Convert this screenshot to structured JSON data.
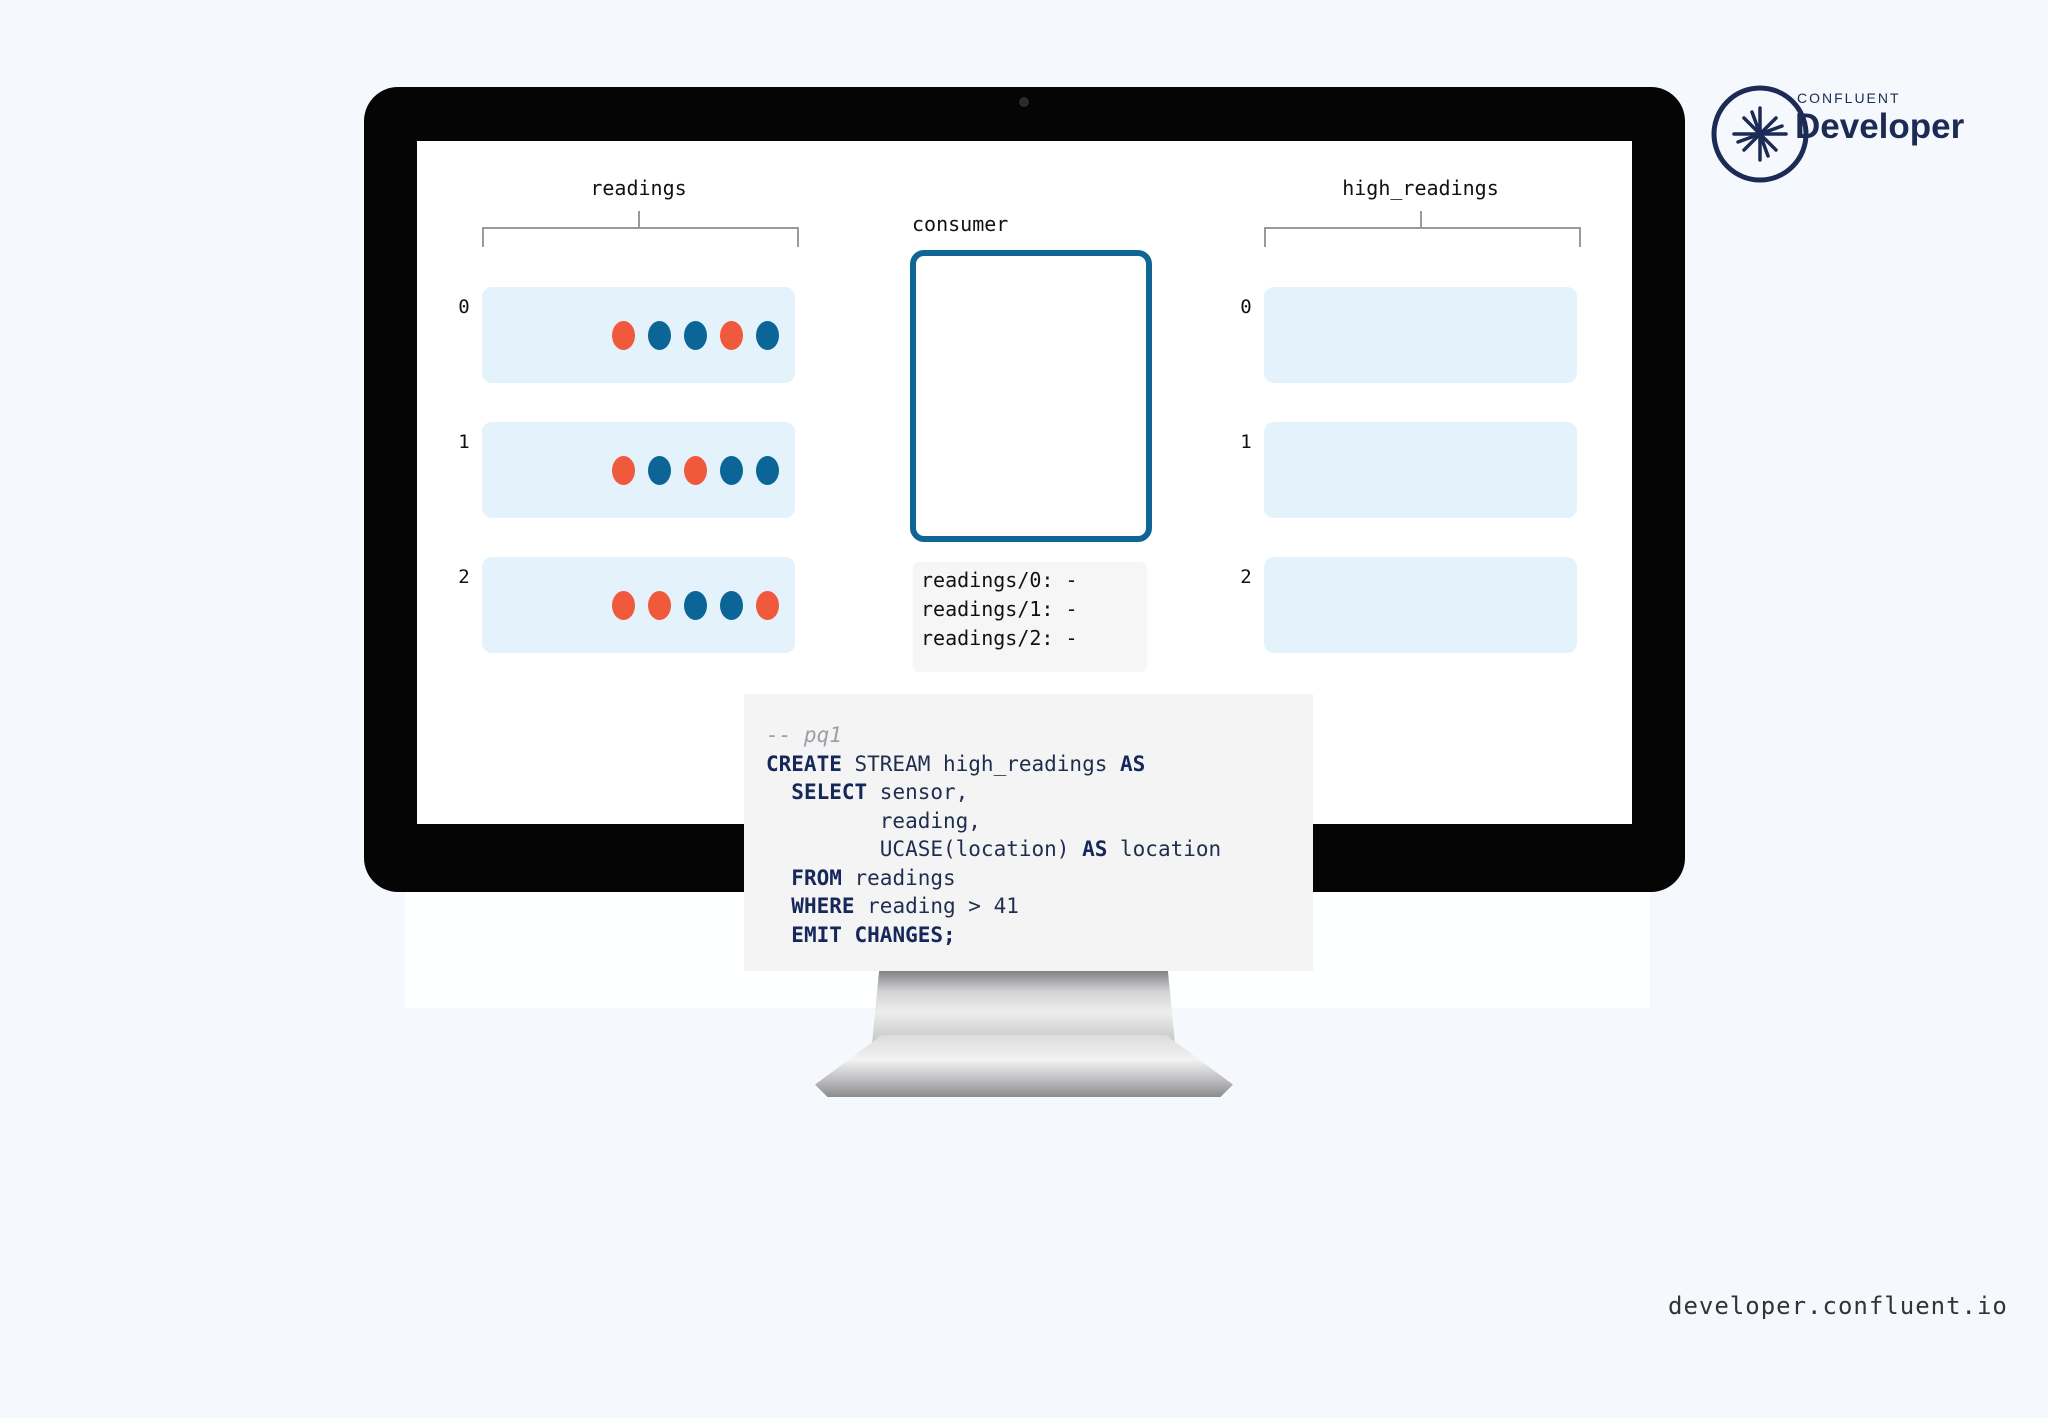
{
  "brand": {
    "small": "CONFLUENT",
    "big": "Developer",
    "url": "developer.confluent.io"
  },
  "diagram": {
    "left_topic": "readings",
    "right_topic": "high_readings",
    "consumer_label": "consumer",
    "partitions": [
      "0",
      "1",
      "2"
    ],
    "left_events": [
      [
        "red",
        "blue",
        "blue",
        "red",
        "blue"
      ],
      [
        "red",
        "blue",
        "red",
        "blue",
        "blue"
      ],
      [
        "red",
        "red",
        "blue",
        "blue",
        "red"
      ]
    ],
    "offsets": [
      "readings/0: -",
      "readings/1: -",
      "readings/2: -"
    ]
  },
  "code": {
    "comment": "-- pq1",
    "lines": [
      [
        {
          "kw": "CREATE"
        },
        {
          "t": " STREAM high_readings "
        },
        {
          "kw": "AS"
        }
      ],
      [
        {
          "t": "  "
        },
        {
          "kw": "SELECT"
        },
        {
          "t": " sensor,"
        }
      ],
      [
        {
          "t": "         reading,"
        }
      ],
      [
        {
          "t": "         UCASE(location) "
        },
        {
          "kw": "AS"
        },
        {
          "t": " location"
        }
      ],
      [
        {
          "t": "  "
        },
        {
          "kw": "FROM"
        },
        {
          "t": " readings"
        }
      ],
      [
        {
          "t": "  "
        },
        {
          "kw": "WHERE"
        },
        {
          "t": " reading > 41"
        }
      ],
      [
        {
          "t": "  "
        },
        {
          "kw": "EMIT CHANGES;"
        }
      ]
    ]
  },
  "colors": {
    "red": "#f0593b",
    "blue": "#0b6697",
    "partition_bg": "#e3f2fb",
    "consumer_border": "#0f6694"
  }
}
